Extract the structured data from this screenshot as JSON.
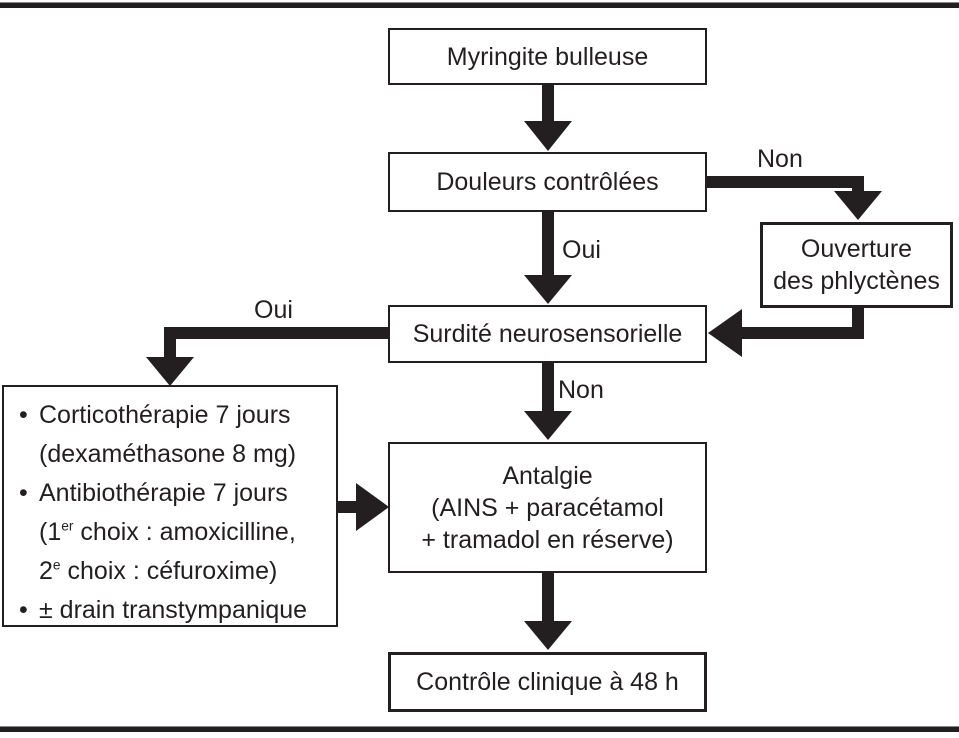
{
  "colors": {
    "ink": "#231f20",
    "background": "#ffffff"
  },
  "nodes": {
    "myringite": {
      "label": "Myringite bulleuse"
    },
    "douleurs": {
      "label": "Douleurs contrôlées"
    },
    "ouverture": {
      "lines": [
        "Ouverture",
        "des phlyctènes"
      ]
    },
    "surdite": {
      "label": "Surdité neurosensorielle"
    },
    "antalgie": {
      "lines": [
        "Antalgie",
        "(AINS + paracétamol",
        "+ tramadol en réserve)"
      ]
    },
    "controle": {
      "label": "Contrôle clinique à 48 h"
    }
  },
  "treatment": {
    "lines": [
      {
        "bullet": true,
        "text": "Corticothérapie 7 jours"
      },
      {
        "bullet": false,
        "text": "(dexaméthasone 8 mg)"
      },
      {
        "bullet": true,
        "text": "Antibiothérapie 7 jours"
      },
      {
        "bullet": false,
        "pre": "(1",
        "sup": "er",
        "post": " choix : amoxicilline,"
      },
      {
        "bullet": false,
        "pre": "2",
        "sup": "e",
        "post": " choix : céfuroxime)"
      },
      {
        "bullet": true,
        "text": "± drain transtympanique"
      }
    ],
    "bullet_glyph": "•"
  },
  "edge_labels": {
    "non_top": "Non",
    "oui_mid": "Oui",
    "oui_left": "Oui",
    "non_mid": "Non"
  }
}
